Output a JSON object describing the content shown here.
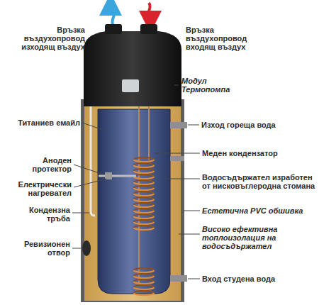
{
  "diagram": {
    "labels": [
      "Връзка въздухопровод изходящ въздух",
      "Връзка въздухопровод входящ въздух",
      "Модул Термопомпа",
      "Титаниев емайл",
      "Изход гореща вода",
      "Аноден протектор",
      "Меден кондензатор",
      "Електрически нагревател",
      "Водосъдържател изработен от нисковъглеродна стомана",
      "Кондензна тръба",
      "Естетична PVC обшивка",
      "Ревизионен отвор",
      "Високо ефективна топлоизолация на водосъдържател",
      "Вход студена вода"
    ]
  }
}
